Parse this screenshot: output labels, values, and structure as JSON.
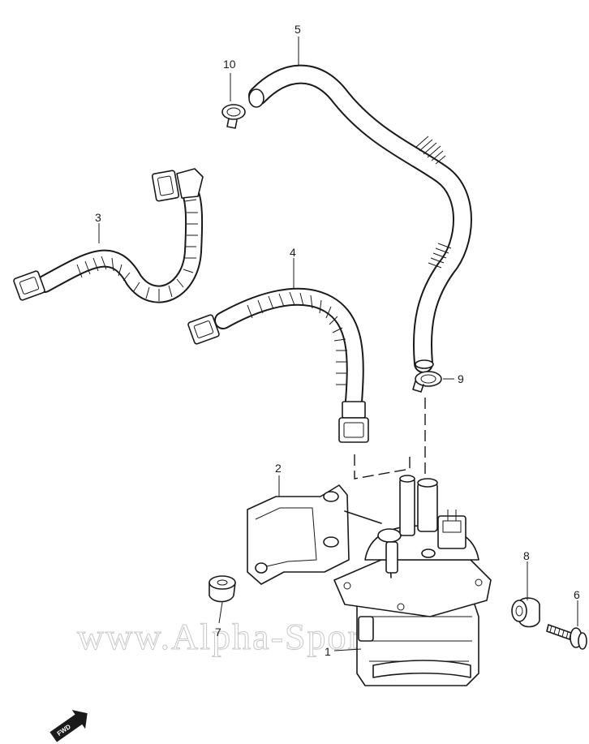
{
  "callouts": {
    "p1": "1",
    "p2": "2",
    "p3": "3",
    "p4": "4",
    "p5": "5",
    "p6": "6",
    "p7": "7",
    "p8": "8",
    "p9": "9",
    "p10": "10"
  },
  "watermark": "www.Alpha-Sports.com",
  "fwd_badge": "FWD",
  "colors": {
    "line": "#1a1a1a",
    "background": "#ffffff",
    "watermark": "#c8c8c8"
  }
}
